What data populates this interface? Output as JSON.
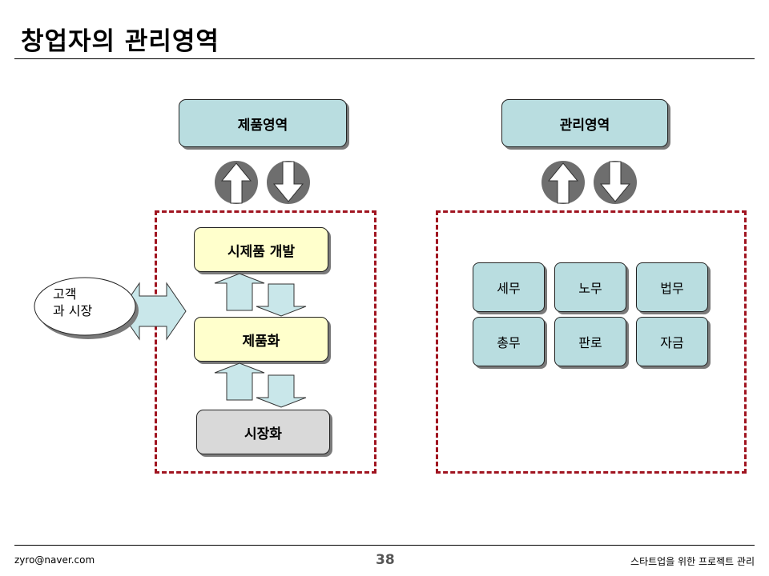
{
  "title": "창업자의 관리영역",
  "left_area": {
    "header": "제품영역",
    "steps": [
      "시제품 개발",
      "제품화",
      "시장화"
    ]
  },
  "right_area": {
    "header": "관리영역",
    "items": [
      "세무",
      "노무",
      "법무",
      "총무",
      "판로",
      "자금"
    ]
  },
  "customer": {
    "line1": "고객",
    "line2": "과 시장"
  },
  "footer": {
    "email": "zyro@naver.com",
    "page_number": "38",
    "caption": "스타트업을 위한 프로젝트 관리"
  },
  "colors": {
    "teal_box": "#b9dde0",
    "yellow_box": "#ffffcc",
    "gray_box": "#d9d9d9",
    "dashed_border": "#a01420",
    "circle_arrow": "#6e6e6e"
  }
}
